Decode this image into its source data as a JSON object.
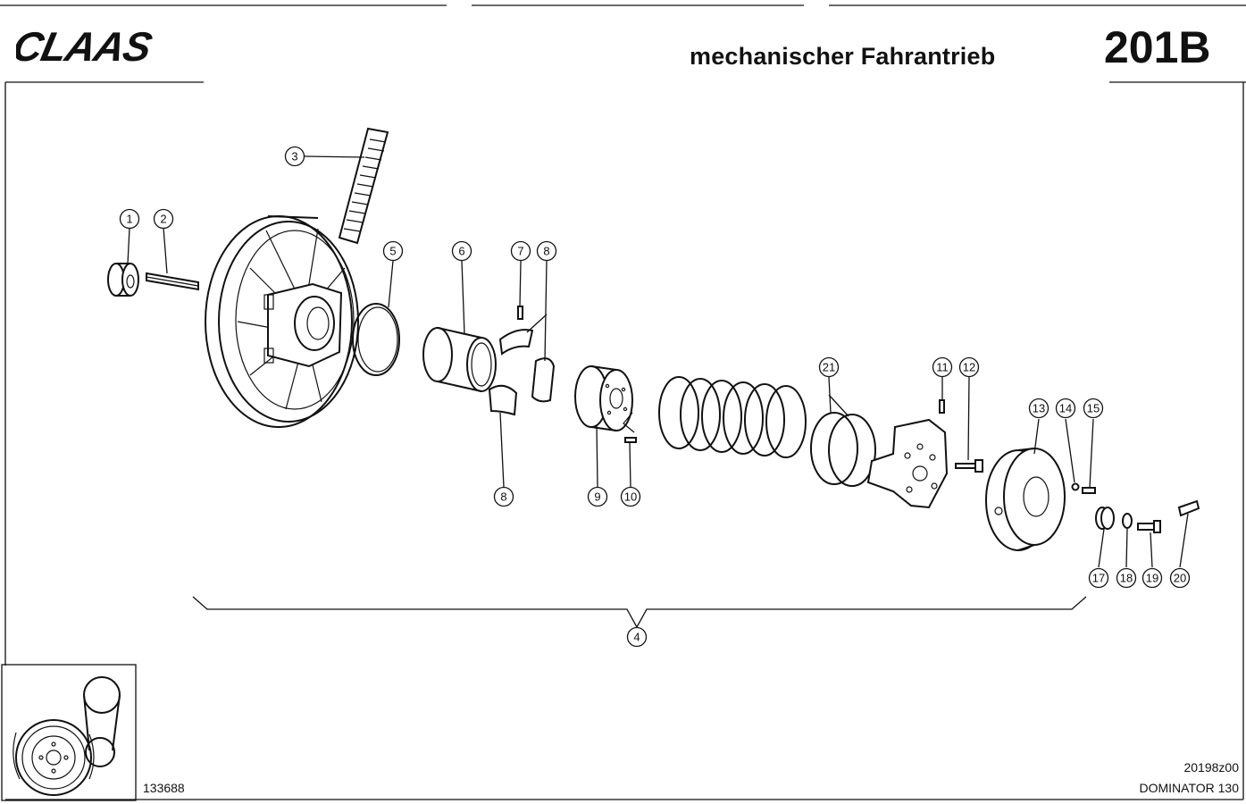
{
  "header": {
    "brand": "CLAAS",
    "title": "mechanischer Fahrantrieb",
    "page_code": "201B"
  },
  "callouts": [
    {
      "num": "1"
    },
    {
      "num": "2"
    },
    {
      "num": "3"
    },
    {
      "num": "4"
    },
    {
      "num": "5"
    },
    {
      "num": "6"
    },
    {
      "num": "7"
    },
    {
      "num": "8"
    },
    {
      "num": "8"
    },
    {
      "num": "9"
    },
    {
      "num": "10"
    },
    {
      "num": "11"
    },
    {
      "num": "12"
    },
    {
      "num": "13"
    },
    {
      "num": "14"
    },
    {
      "num": "15"
    },
    {
      "num": "17"
    },
    {
      "num": "18"
    },
    {
      "num": "19"
    },
    {
      "num": "20"
    },
    {
      "num": "21"
    }
  ],
  "footer": {
    "doc_number": "133688",
    "drawing_ref": "20198z00",
    "model": "DOMINATOR 130"
  }
}
